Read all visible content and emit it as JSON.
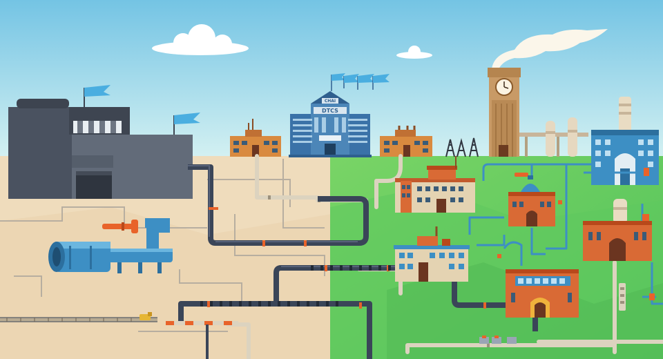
{
  "scene": {
    "theme": "industrial-city-pipeline-illustration",
    "colors": {
      "sky_top": "#7cc8e6",
      "sky_bottom": "#cdeff2",
      "desert": "#efdcbc",
      "grass": "#6fce62",
      "grass_light": "#8ddc70",
      "pipe_dark": "#3a4558",
      "pipe_dark_light": "#58637a",
      "pipe_beige": "#dcd3bf",
      "pipe_blue": "#3d8fc4",
      "accent_orange": "#e8632a",
      "factory_grey": "#4a5260",
      "factory_grey_light": "#626b79",
      "flag_blue": "#4aaee0",
      "brick": "#d96a35",
      "clock_tower": "#c89a66"
    },
    "signs": {
      "gov_building_top": "CHAI",
      "gov_building_main": "DTCS"
    },
    "icons": [
      "cloud-icon",
      "flag-icon",
      "clock-icon",
      "oil-derrick-icon",
      "pipe-valve-icon",
      "train-icon"
    ]
  }
}
